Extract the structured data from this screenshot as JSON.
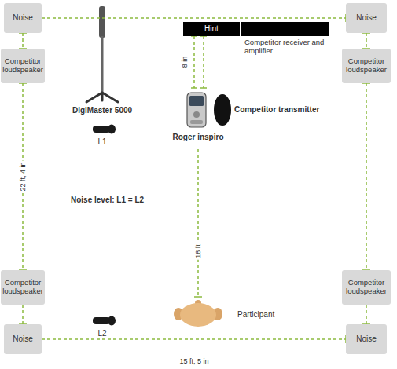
{
  "diagram": {
    "nodes": [
      {
        "text": [
          "Noise"
        ]
      },
      {
        "text": [
          "Hint"
        ]
      },
      {
        "text": [
          "Competitor receiver and amplifier"
        ]
      },
      {
        "text": [
          "Noise"
        ]
      },
      {
        "text": [
          "Competitor loudspeaker"
        ]
      },
      {
        "text": [
          "Competitor loudspeaker"
        ]
      },
      {
        "text": [
          "Competitor loudspeaker"
        ]
      },
      {
        "text": [
          "Competitor loudspeaker"
        ]
      },
      {
        "text": [
          "Noise"
        ]
      },
      {
        "text": [
          "Noise"
        ]
      }
    ],
    "edges": [
      {
        "from": 0,
        "to": 3,
        "arrow": "none"
      },
      {
        "from": 0,
        "to": 4,
        "arrow": "none"
      },
      {
        "from": 3,
        "to": 5,
        "arrow": "none"
      },
      {
        "from": 4,
        "to": 6,
        "label": "22 ft, 4 in",
        "arrow": "none"
      },
      {
        "from": 5,
        "to": 7,
        "arrow": "none"
      },
      {
        "from": 6,
        "to": 8,
        "arrow": "none"
      },
      {
        "from": 7,
        "to": 9,
        "arrow": "none"
      },
      {
        "from": 8,
        "to": 9,
        "arrow": "none"
      }
    ],
    "labels": [
      "8 in",
      "DigiMaster 5000",
      "L1",
      "Roger inspiro",
      "Competitor transmitter",
      "Noise level: L1 = L2",
      "18 ft",
      "L2",
      "Participant",
      "15 ft, 5 in"
    ]
  }
}
